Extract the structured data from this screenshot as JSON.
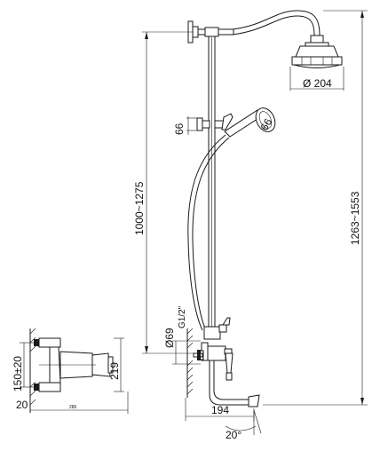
{
  "labels": {
    "head_diameter": "Ø 204",
    "holder_left": "66",
    "handshower": "66",
    "column_height": "1000~1275",
    "total_height": "1263~1553",
    "mount_diameter": "Ø69",
    "thread": "G1/2\"",
    "spout_reach": "194",
    "swivel_angle": "20°",
    "side_height": "219",
    "side_spacing": "150±20",
    "side_offset": "20",
    "side_depth": "286"
  }
}
